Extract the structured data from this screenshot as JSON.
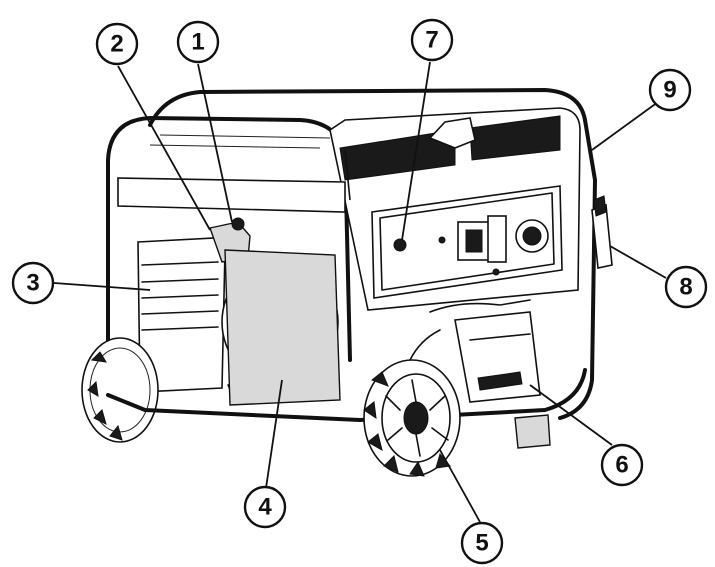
{
  "callouts": [
    {
      "id": "1",
      "label": "1"
    },
    {
      "id": "2",
      "label": "2"
    },
    {
      "id": "3",
      "label": "3"
    },
    {
      "id": "4",
      "label": "4"
    },
    {
      "id": "5",
      "label": "5"
    },
    {
      "id": "6",
      "label": "6"
    },
    {
      "id": "7",
      "label": "7"
    },
    {
      "id": "8",
      "label": "8"
    },
    {
      "id": "9",
      "label": "9"
    }
  ],
  "colors": {
    "ink": "#111111",
    "background": "#ffffff"
  }
}
